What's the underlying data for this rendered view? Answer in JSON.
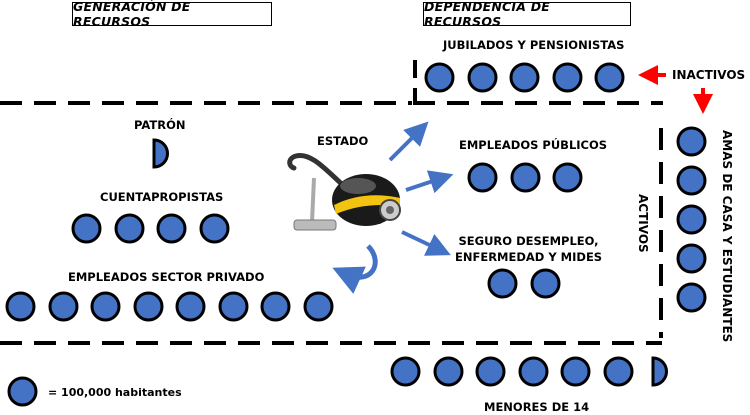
{
  "titles": {
    "generation": "GENERACIÓN DE RECURSOS",
    "dependency": "DEPENDENCIA DE RECURSOS"
  },
  "groups": {
    "patron": "PATRÓN",
    "cuentapropistas": "CUENTAPROPISTAS",
    "privado": "EMPLEADOS SECTOR PRIVADO",
    "estado": "ESTADO",
    "jubilados": "JUBILADOS Y PENSIONISTAS",
    "publicos": "EMPLEADOS PÚBLICOS",
    "seguro_line1": "SEGURO DESEMPLEO,",
    "seguro_line2": "ENFERMEDAD Y MIDES",
    "inactivos": "INACTIVOS",
    "activos": "ACTIVOS",
    "amas": "AMAS DE CASA Y ESTUDIANTES",
    "menores": "MENORES DE 14"
  },
  "legend": {
    "label": "= 100,000 habitantes"
  },
  "counts": {
    "patron": 0.5,
    "cuentapropistas": 4,
    "privado": 8,
    "jubilados": 5,
    "publicos": 3,
    "seguro": 2,
    "amas": 5,
    "menores": 6.5
  },
  "icons": [
    "person-circle-icon",
    "vacuum-cleaner-icon",
    "arrow-icon",
    "curved-arrow-icon"
  ],
  "colors": {
    "circle_fill": "#4472c4",
    "circle_stroke": "#000000",
    "arrow_blue": "#4472c4",
    "arrow_red": "#ff0000"
  }
}
